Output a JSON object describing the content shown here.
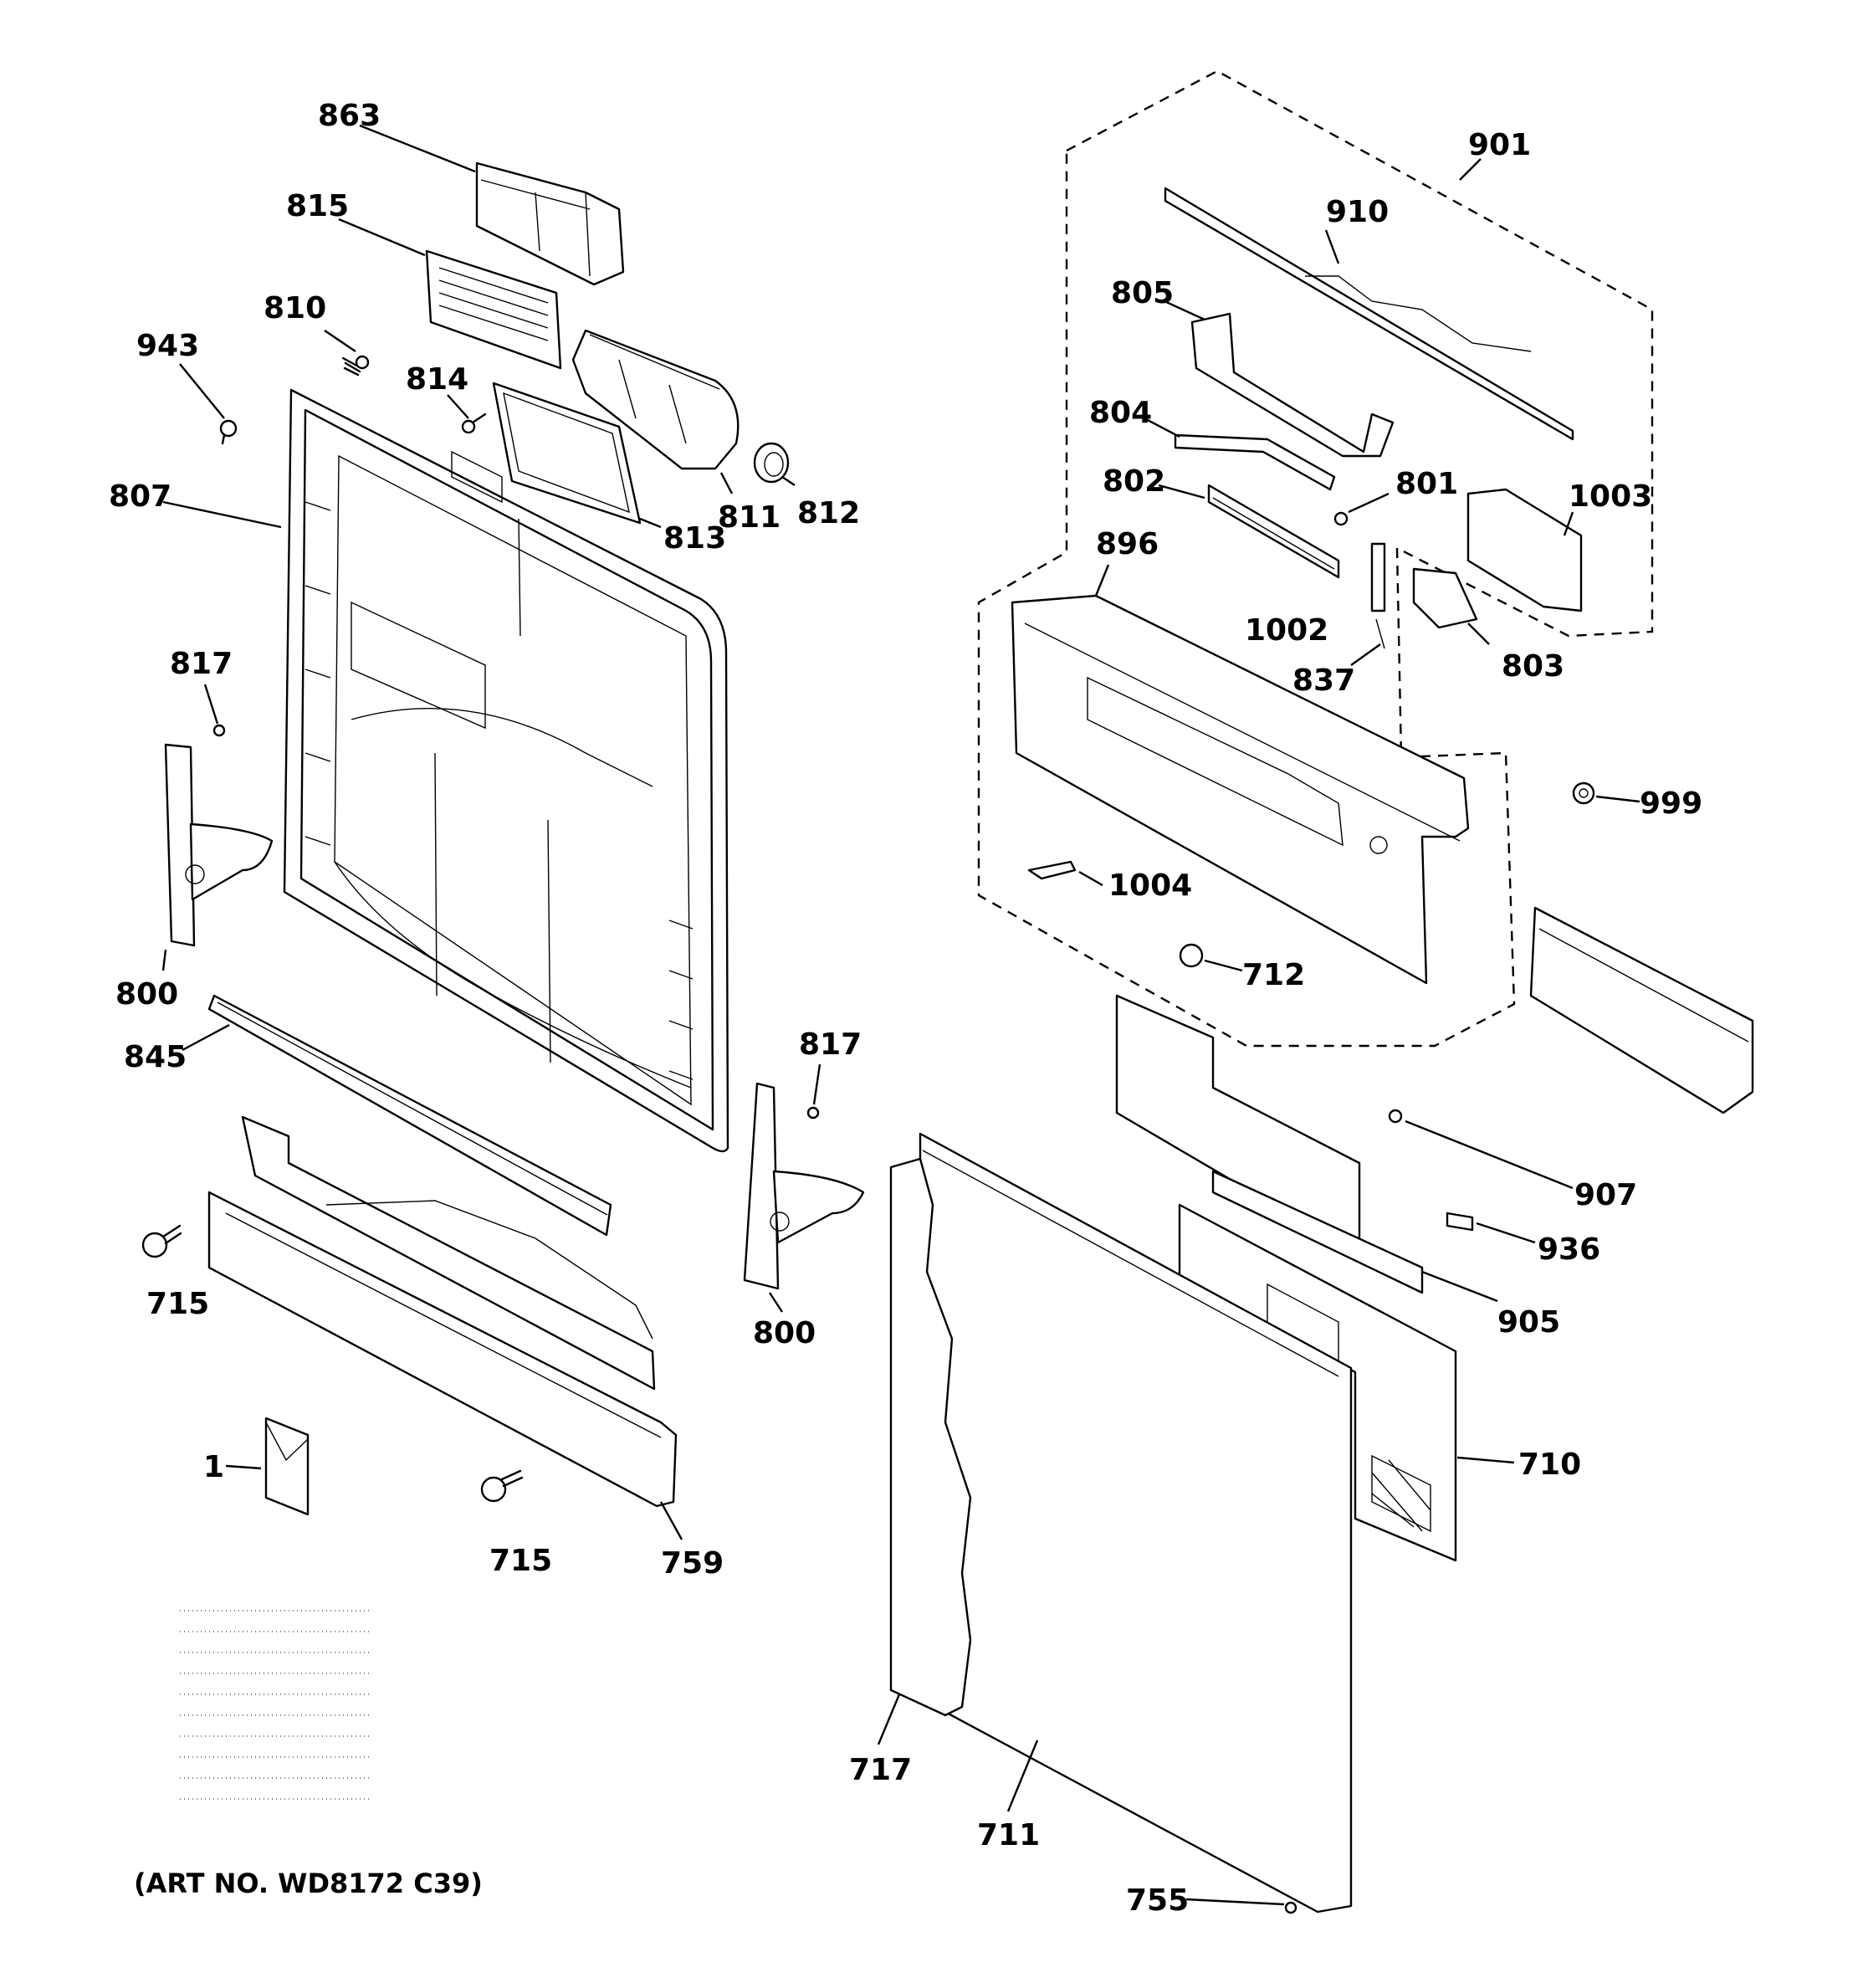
{
  "labels": {
    "l863": "863",
    "l815": "815",
    "l810": "810",
    "l943": "943",
    "l814": "814",
    "l807": "807",
    "l811": "811",
    "l812": "812",
    "l813": "813",
    "l817a": "817",
    "l800a": "800",
    "l845": "845",
    "l817b": "817",
    "l800b": "800",
    "l715a": "715",
    "l715b": "715",
    "l1": "1",
    "l759": "759",
    "l901": "901",
    "l910": "910",
    "l805": "805",
    "l804": "804",
    "l802": "802",
    "l801": "801",
    "l1003": "1003",
    "l896": "896",
    "l1002": "1002",
    "l837": "837",
    "l803": "803",
    "l999": "999",
    "l1004": "1004",
    "l712": "712",
    "l907": "907",
    "l936": "936",
    "l905": "905",
    "l710": "710",
    "l717": "717",
    "l711": "711",
    "l755": "755"
  },
  "caption": "(ART NO. WD8172 C39)"
}
